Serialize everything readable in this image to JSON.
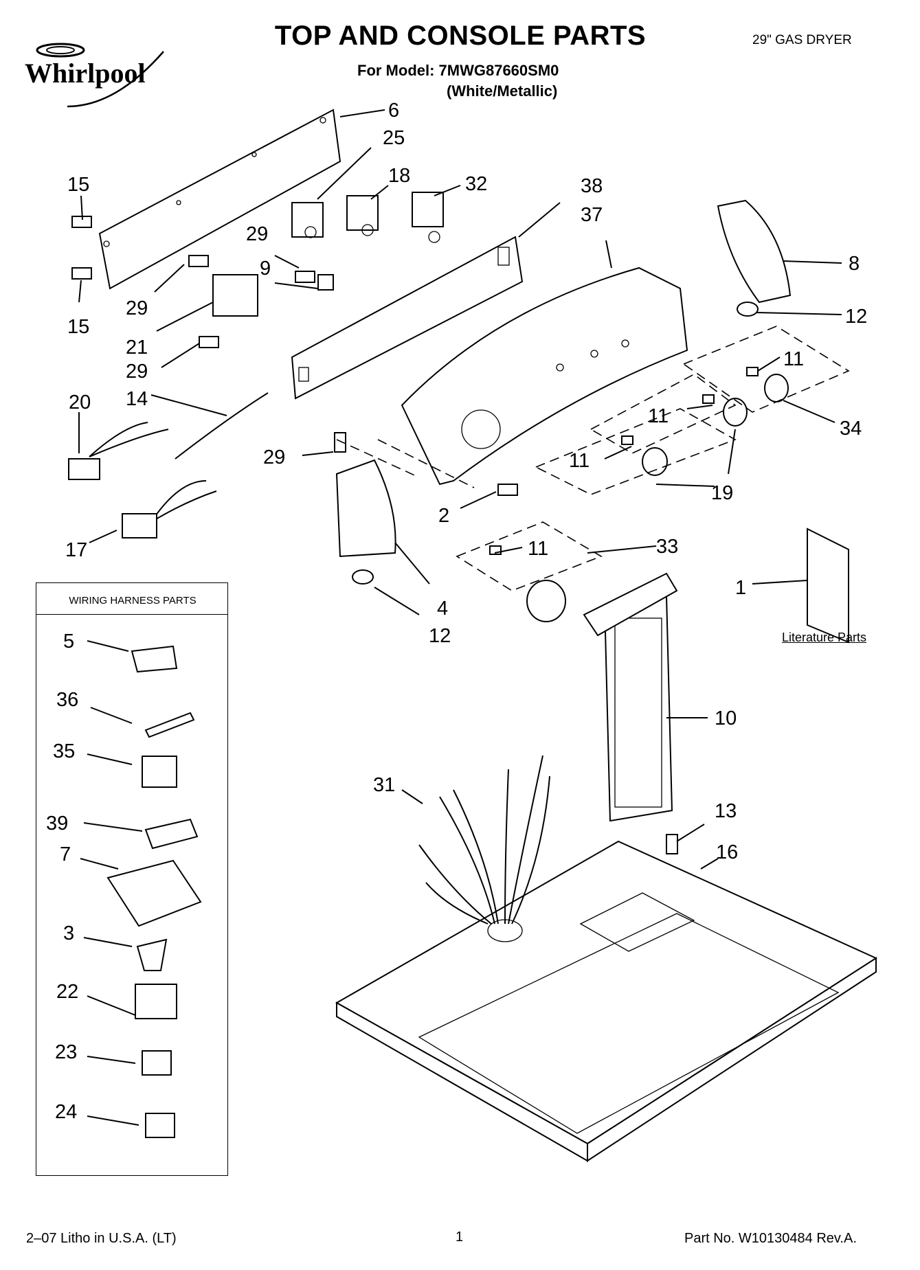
{
  "header": {
    "brand": "Whirlpool",
    "title": "TOP AND CONSOLE PARTS",
    "model_line": "For Model: 7MWG87660SM0",
    "finish_line": "(White/Metallic)",
    "product": "29\" GAS DRYER"
  },
  "callouts": {
    "c1": "1",
    "c2": "2",
    "c4": "4",
    "c6": "6",
    "c8": "8",
    "c9": "9",
    "c10": "10",
    "c11a": "11",
    "c11b": "11",
    "c11c": "11",
    "c11d": "11",
    "c12a": "12",
    "c12b": "12",
    "c13": "13",
    "c14": "14",
    "c15a": "15",
    "c15b": "15",
    "c16": "16",
    "c17": "17",
    "c18": "18",
    "c19": "19",
    "c20": "20",
    "c21": "21",
    "c25": "25",
    "c29a": "29",
    "c29b": "29",
    "c29c": "29",
    "c29d": "29",
    "c31": "31",
    "c32": "32",
    "c33": "33",
    "c34": "34",
    "c37": "37",
    "c38": "38"
  },
  "harness_box": {
    "title": "WIRING HARNESS PARTS",
    "items": {
      "h5": "5",
      "h36": "36",
      "h35": "35",
      "h39": "39",
      "h7": "7",
      "h3": "3",
      "h22": "22",
      "h23": "23",
      "h24": "24"
    }
  },
  "literature": {
    "label": "Literature Parts"
  },
  "footer": {
    "left": "2–07 Litho in U.S.A. (LT)",
    "page": "1",
    "right": "Part No. W10130484 Rev.A."
  }
}
